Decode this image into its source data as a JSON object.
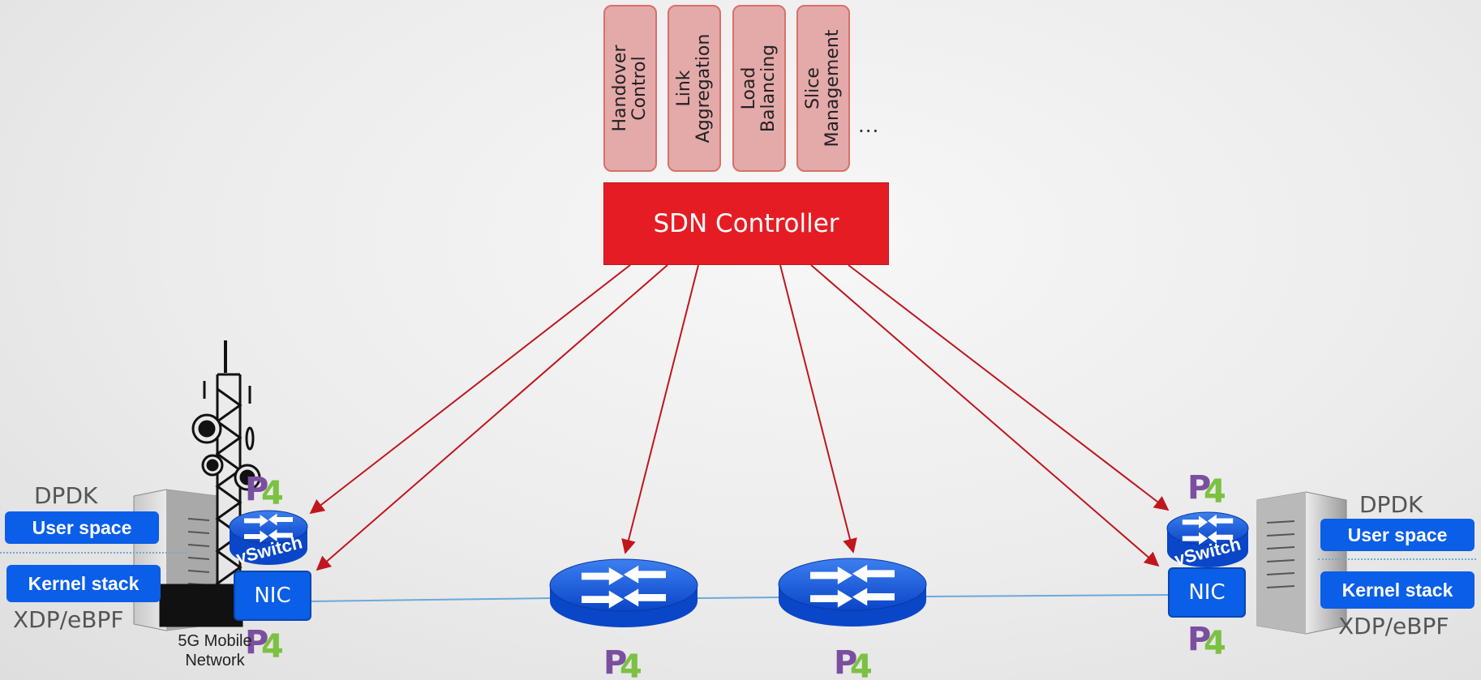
{
  "apps": [
    {
      "label": "Handover\nControl"
    },
    {
      "label": "Link\nAggregation"
    },
    {
      "label": "Load\nBalancing"
    },
    {
      "label": "Slice\nManagement"
    }
  ],
  "apps_more": "...",
  "controller": {
    "label": "SDN Controller",
    "color": "#e61c24"
  },
  "left_host": {
    "dpdk": "DPDK",
    "user_space": "User space",
    "kernel_stack": "Kernel stack",
    "xdp": "XDP/eBPF",
    "nic": "NIC",
    "vswitch": "vSwitch",
    "p4": "P4"
  },
  "tower_caption": "5G Mobile\nNetwork",
  "right_host": {
    "dpdk": "DPDK",
    "user_space": "User space",
    "kernel_stack": "Kernel stack",
    "xdp": "XDP/eBPF",
    "nic": "NIC",
    "vswitch": "vSwitch",
    "p4": "P4"
  },
  "switches": [
    {
      "p4": "P4"
    },
    {
      "p4": "P4"
    }
  ],
  "colors": {
    "accent_blue": "#0a5ee8",
    "arrow_red": "#c0161d",
    "link_blue": "#6baad8",
    "p4_purple": "#7b4fa0",
    "p4_green": "#7cc142"
  }
}
